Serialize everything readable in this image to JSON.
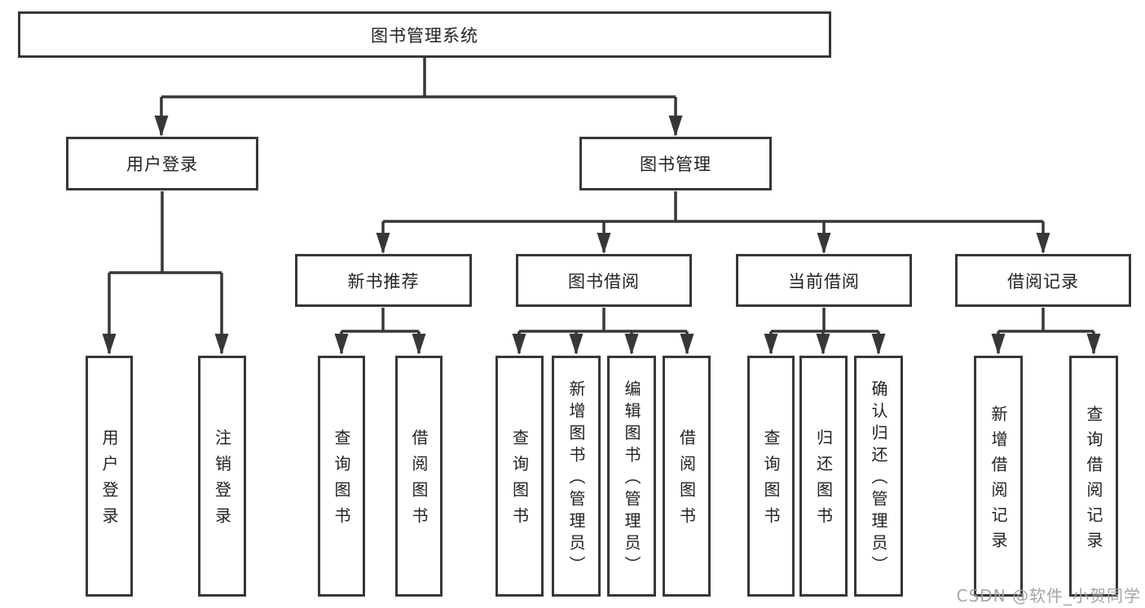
{
  "diagram": {
    "title_node": {
      "label": "图书管理系统"
    },
    "level2": [
      {
        "label": "用户登录",
        "parent": "图书管理系统"
      },
      {
        "label": "图书管理",
        "parent": "图书管理系统"
      }
    ],
    "level3": [
      {
        "label": "新书推荐",
        "parent": "图书管理"
      },
      {
        "label": "图书借阅",
        "parent": "图书管理"
      },
      {
        "label": "当前借阅",
        "parent": "图书管理"
      },
      {
        "label": "借阅记录",
        "parent": "图书管理"
      }
    ],
    "leaves": [
      {
        "label": "用户登录",
        "parent": "用户登录"
      },
      {
        "label": "注销登录",
        "parent": "用户登录"
      },
      {
        "label": "查询图书",
        "parent": "新书推荐"
      },
      {
        "label": "借阅图书",
        "parent": "新书推荐"
      },
      {
        "label": "查询图书",
        "parent": "图书借阅"
      },
      {
        "label": "新增图书（管理员）",
        "parent": "图书借阅"
      },
      {
        "label": "编辑图书（管理员）",
        "parent": "图书借阅"
      },
      {
        "label": "借阅图书",
        "parent": "图书借阅"
      },
      {
        "label": "查询图书",
        "parent": "当前借阅"
      },
      {
        "label": "归还图书",
        "parent": "当前借阅"
      },
      {
        "label": "确认归还（管理员）",
        "parent": "当前借阅"
      },
      {
        "label": "新增借阅记录",
        "parent": "借阅记录"
      },
      {
        "label": "查询借阅记录",
        "parent": "借阅记录"
      }
    ]
  },
  "watermark": "CSDN @软件_小贺同学",
  "colors": {
    "line": "#373737",
    "box_border": "#373737",
    "text": "#222222",
    "watermark": "#a0a0a0",
    "background": "#ffffff"
  }
}
